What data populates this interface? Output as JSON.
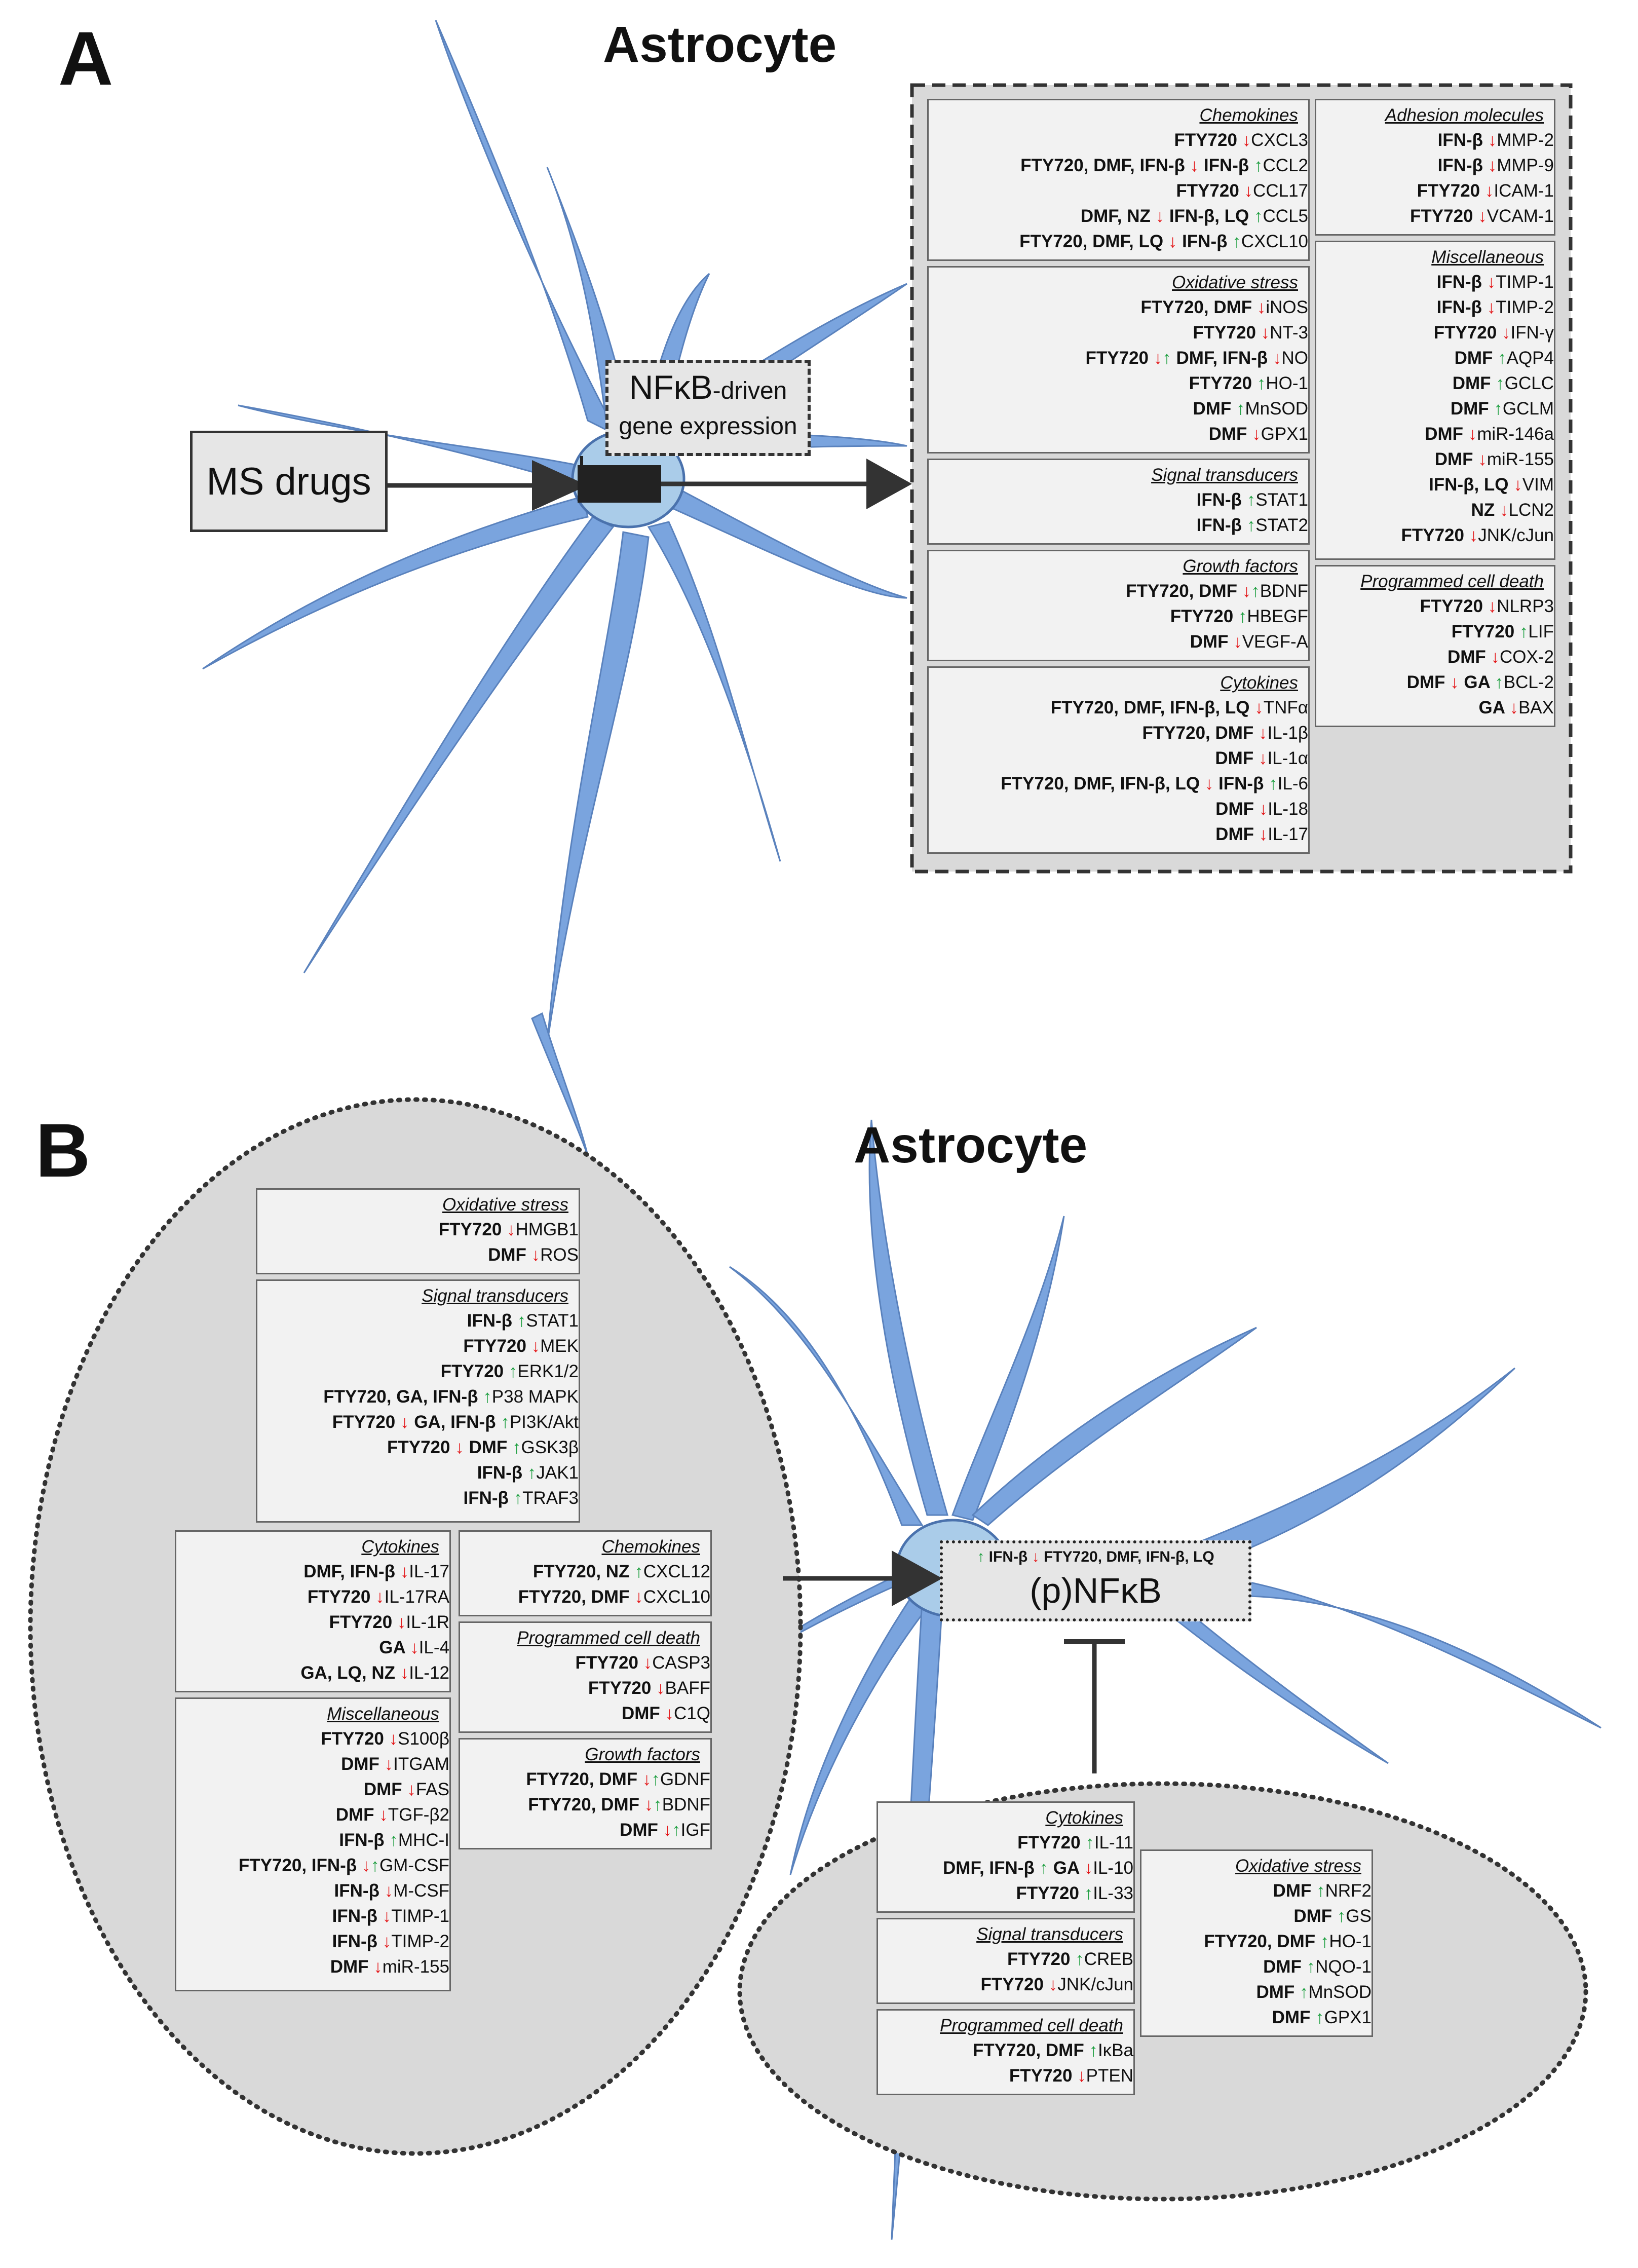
{
  "panel_a": {
    "label": "A",
    "title": "Astrocyte",
    "ms_drugs_label": "MS drugs",
    "nfkb_main": "NFκB",
    "nfkb_suffix": "-driven",
    "nfkb_line2": "gene expression",
    "left_col": [
      {
        "title": "Chemokines",
        "rows": [
          [
            [
              "FTY720",
              "d"
            ],
            "CXCL3"
          ],
          [
            [
              "FTY720, DMF, IFN-β",
              "d"
            ],
            [
              "IFN-β",
              "u"
            ],
            "CCL2"
          ],
          [
            [
              "FTY720",
              "d"
            ],
            "CCL17"
          ],
          [
            [
              "DMF, NZ",
              "d"
            ],
            [
              "IFN-β, LQ",
              "u"
            ],
            "CCL5"
          ],
          [
            [
              "FTY720, DMF, LQ",
              "d"
            ],
            [
              "IFN-β",
              "u"
            ],
            "CXCL10"
          ]
        ]
      },
      {
        "title": "Oxidative stress",
        "rows": [
          [
            [
              "FTY720, DMF",
              "d"
            ],
            "iNOS"
          ],
          [
            [
              "FTY720",
              "d"
            ],
            "NT-3"
          ],
          [
            [
              "FTY720",
              "du"
            ],
            [
              "DMF, IFN-β",
              "d"
            ],
            "NO"
          ],
          [
            [
              "FTY720",
              "u"
            ],
            "HO-1"
          ],
          [
            [
              "DMF",
              "u"
            ],
            "MnSOD"
          ],
          [
            [
              "DMF",
              "d"
            ],
            "GPX1"
          ]
        ]
      },
      {
        "title": "Signal transducers",
        "rows": [
          [
            [
              "IFN-β",
              "u"
            ],
            "STAT1"
          ],
          [
            [
              "IFN-β",
              "u"
            ],
            "STAT2"
          ]
        ]
      },
      {
        "title": "Growth factors",
        "rows": [
          [
            [
              "FTY720, DMF",
              "du"
            ],
            "BDNF"
          ],
          [
            [
              "FTY720",
              "u"
            ],
            "HBEGF"
          ],
          [
            [
              "DMF",
              "d"
            ],
            "VEGF-A"
          ]
        ]
      },
      {
        "title": "Cytokines",
        "rows": [
          [
            [
              "FTY720, DMF, IFN-β, LQ",
              "d"
            ],
            "TNFα"
          ],
          [
            [
              "FTY720, DMF",
              "d"
            ],
            "IL-1β"
          ],
          [
            [
              "DMF",
              "d"
            ],
            "IL-1α"
          ],
          [
            [
              "FTY720, DMF, IFN-β, LQ",
              "d"
            ],
            [
              "IFN-β",
              "u"
            ],
            "IL-6"
          ],
          [
            [
              "DMF",
              "d"
            ],
            "IL-18"
          ],
          [
            [
              "DMF",
              "d"
            ],
            "IL-17"
          ]
        ]
      }
    ],
    "right_col": [
      {
        "title": "Adhesion molecules",
        "rows": [
          [
            [
              "IFN-β",
              "d"
            ],
            "MMP-2"
          ],
          [
            [
              "IFN-β",
              "d"
            ],
            "MMP-9"
          ],
          [
            [
              "FTY720",
              "d"
            ],
            "ICAM-1"
          ],
          [
            [
              "FTY720",
              "d"
            ],
            "VCAM-1"
          ]
        ]
      },
      {
        "title": "Miscellaneous",
        "rows": [
          [
            [
              "IFN-β",
              "d"
            ],
            "TIMP-1"
          ],
          [
            [
              "IFN-β",
              "d"
            ],
            "TIMP-2"
          ],
          [
            [
              "FTY720",
              "d"
            ],
            "IFN-γ"
          ],
          [
            [
              "DMF",
              "u"
            ],
            "AQP4"
          ],
          [
            [
              "DMF",
              "u"
            ],
            "GCLC"
          ],
          [
            [
              "DMF",
              "u"
            ],
            "GCLM"
          ],
          [
            [
              "DMF",
              "d"
            ],
            "miR-146a"
          ],
          [
            [
              "DMF",
              "d"
            ],
            "miR-155"
          ],
          [
            [
              "IFN-β, LQ",
              "d"
            ],
            "VIM"
          ],
          [
            [
              "NZ",
              "d"
            ],
            "LCN2"
          ],
          [
            [
              "FTY720",
              "d"
            ],
            "JNK/cJun"
          ]
        ]
      },
      {
        "title": "Programmed cell death",
        "rows": [
          [
            [
              "FTY720",
              "d"
            ],
            "NLRP3"
          ],
          [
            [
              "FTY720",
              "u"
            ],
            "LIF"
          ],
          [
            [
              "DMF",
              "d"
            ],
            "COX-2"
          ],
          [
            [
              "DMF",
              "d"
            ],
            [
              "GA",
              "u"
            ],
            "BCL-2"
          ],
          [
            [
              "GA",
              "d"
            ],
            "BAX"
          ]
        ]
      }
    ]
  },
  "panel_b": {
    "label": "B",
    "title": "Astrocyte",
    "pnfkb": "(p)NFκB",
    "pnfkb_drug1": "IFN-β",
    "pnfkb_drug2": "FTY720, DMF, IFN-β, LQ",
    "ox1": {
      "title": "Oxidative stress",
      "rows": [
        [
          [
            "FTY720",
            "d"
          ],
          "HMGB1"
        ],
        [
          [
            "DMF",
            "d"
          ],
          "ROS"
        ]
      ]
    },
    "sig1": {
      "title": "Signal transducers",
      "rows": [
        [
          [
            "IFN-β",
            "u"
          ],
          "STAT1"
        ],
        [
          [
            "FTY720",
            "d"
          ],
          "MEK"
        ],
        [
          [
            "FTY720",
            "u"
          ],
          "ERK1/2"
        ],
        [
          [
            "FTY720, GA, IFN-β",
            "u"
          ],
          "P38 MAPK"
        ],
        [
          [
            "FTY720",
            "d"
          ],
          [
            "GA, IFN-β",
            "u"
          ],
          "PI3K/Akt"
        ],
        [
          [
            "FTY720",
            "d"
          ],
          [
            "DMF",
            "u"
          ],
          "GSK3β"
        ],
        [
          [
            "IFN-β",
            "u"
          ],
          "JAK1"
        ],
        [
          [
            "IFN-β",
            "u"
          ],
          "TRAF3"
        ]
      ]
    },
    "cyt1": {
      "title": "Cytokines",
      "rows": [
        [
          [
            "DMF, IFN-β",
            "d"
          ],
          "IL-17"
        ],
        [
          [
            "FTY720",
            "d"
          ],
          "IL-17RA"
        ],
        [
          [
            "FTY720",
            "d"
          ],
          "IL-1R"
        ],
        [
          [
            "GA",
            "d"
          ],
          "IL-4"
        ],
        [
          [
            "GA, LQ, NZ",
            "d"
          ],
          "IL-12"
        ]
      ]
    },
    "misc1": {
      "title": "Miscellaneous",
      "rows": [
        [
          [
            "FTY720",
            "d"
          ],
          "S100β"
        ],
        [
          [
            "DMF",
            "d"
          ],
          "ITGAM"
        ],
        [
          [
            "DMF",
            "d"
          ],
          "FAS"
        ],
        [
          [
            "DMF",
            "d"
          ],
          "TGF-β2"
        ],
        [
          [
            "IFN-β",
            "u"
          ],
          "MHC-I"
        ],
        [
          [
            "FTY720, IFN-β",
            "du"
          ],
          "GM-CSF"
        ],
        [
          [
            "IFN-β",
            "d"
          ],
          "M-CSF"
        ],
        [
          [
            "IFN-β",
            "d"
          ],
          "TIMP-1"
        ],
        [
          [
            "IFN-β",
            "d"
          ],
          "TIMP-2"
        ],
        [
          [
            "DMF",
            "d"
          ],
          "miR-155"
        ]
      ]
    },
    "chem1": {
      "title": "Chemokines",
      "rows": [
        [
          [
            "FTY720, NZ",
            "u"
          ],
          "CXCL12"
        ],
        [
          [
            "FTY720, DMF",
            "d"
          ],
          "CXCL10"
        ]
      ]
    },
    "pcd1": {
      "title": "Programmed cell death",
      "rows": [
        [
          [
            "FTY720",
            "d"
          ],
          "CASP3"
        ],
        [
          [
            "FTY720",
            "d"
          ],
          "BAFF"
        ],
        [
          [
            "DMF",
            "d"
          ],
          "C1Q"
        ]
      ]
    },
    "gf1": {
      "title": "Growth factors",
      "rows": [
        [
          [
            "FTY720, DMF",
            "du"
          ],
          "GDNF"
        ],
        [
          [
            "FTY720, DMF",
            "du"
          ],
          "BDNF"
        ],
        [
          [
            "DMF",
            "du"
          ],
          "IGF"
        ]
      ]
    },
    "cyt2": {
      "title": "Cytokines",
      "rows": [
        [
          [
            "FTY720",
            "u"
          ],
          "IL-11"
        ],
        [
          [
            "DMF, IFN-β",
            "u"
          ],
          [
            "GA",
            "d"
          ],
          "IL-10"
        ],
        [
          [
            "FTY720",
            "u"
          ],
          "IL-33"
        ]
      ]
    },
    "sig2": {
      "title": "Signal transducers",
      "rows": [
        [
          [
            "FTY720",
            "u"
          ],
          "CREB"
        ],
        [
          [
            "FTY720",
            "d"
          ],
          "JNK/cJun"
        ]
      ]
    },
    "pcd2": {
      "title": "Programmed cell death",
      "rows": [
        [
          [
            "FTY720, DMF",
            "u"
          ],
          "IκBa"
        ],
        [
          [
            "FTY720",
            "d"
          ],
          "PTEN"
        ]
      ]
    },
    "ox2": {
      "title": "Oxidative stress",
      "rows": [
        [
          [
            "DMF",
            "u"
          ],
          "NRF2"
        ],
        [
          [
            "DMF",
            "u"
          ],
          "GS"
        ],
        [
          [
            "FTY720, DMF",
            "u"
          ],
          "HO-1"
        ],
        [
          [
            "DMF",
            "u"
          ],
          "NQO-1"
        ],
        [
          [
            "DMF",
            "u"
          ],
          "MnSOD"
        ],
        [
          [
            "DMF",
            "u"
          ],
          "GPX1"
        ]
      ]
    }
  },
  "colors": {
    "cell": "#7aa4de",
    "up": "#1b9e3e",
    "down": "#e31a1c",
    "box": "#f2f2f2",
    "panel": "#d9d9d9"
  }
}
